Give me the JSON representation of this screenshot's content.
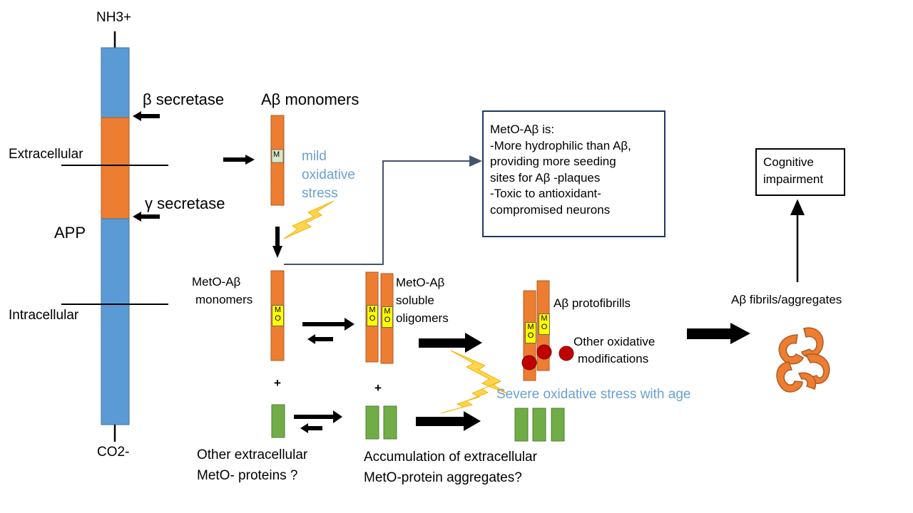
{
  "app": {
    "nh3": "NH3+",
    "co2": "CO2-",
    "extracellular": "Extracellular",
    "intracellular": "Intracellular",
    "app_label": "APP",
    "beta_secretase": "β secretase",
    "gamma_secretase": "γ secretase"
  },
  "monomers": {
    "title": "Aβ monomers",
    "marker": "M",
    "mild": [
      "mild",
      "oxidative",
      "stress"
    ]
  },
  "note": {
    "lines": [
      "MetO-Aβ  is:",
      "-More hydrophilic than Aβ,",
      "providing more seeding",
      "sites for Aβ -plaques",
      "-Toxic to antioxidant-",
      "compromised  neurons"
    ]
  },
  "cognitive": [
    "Cognitive",
    "impairment"
  ],
  "meto_monomers": {
    "line1": "MetO-Aβ",
    "line2": "monomers",
    "mo": "M\nO"
  },
  "oligomers": {
    "line1": "MetO-Aβ",
    "line2": "soluble",
    "line3": "oligomers"
  },
  "protofibrils": "Aβ protofibrills",
  "other_mods": {
    "line1": "Other oxidative",
    "line2": "modifications"
  },
  "fibrils": "Aβ fibrils/aggregates",
  "severe": "Severe oxidative stress with age",
  "plus": "+",
  "other_proteins": {
    "line1": "Other extracellular",
    "line2": "MetO- proteins ?"
  },
  "accumulation": {
    "line1": "Accumulation of extracellular",
    "line2": "MetO-protein aggregates?"
  },
  "colors": {
    "blue": "#5b9bd5",
    "orange": "#ed7d31",
    "green": "#70ad47",
    "yellow": "#ffff00",
    "red": "#c00000",
    "navy": "#1f3864",
    "stress_text": "#6aa0d4"
  }
}
